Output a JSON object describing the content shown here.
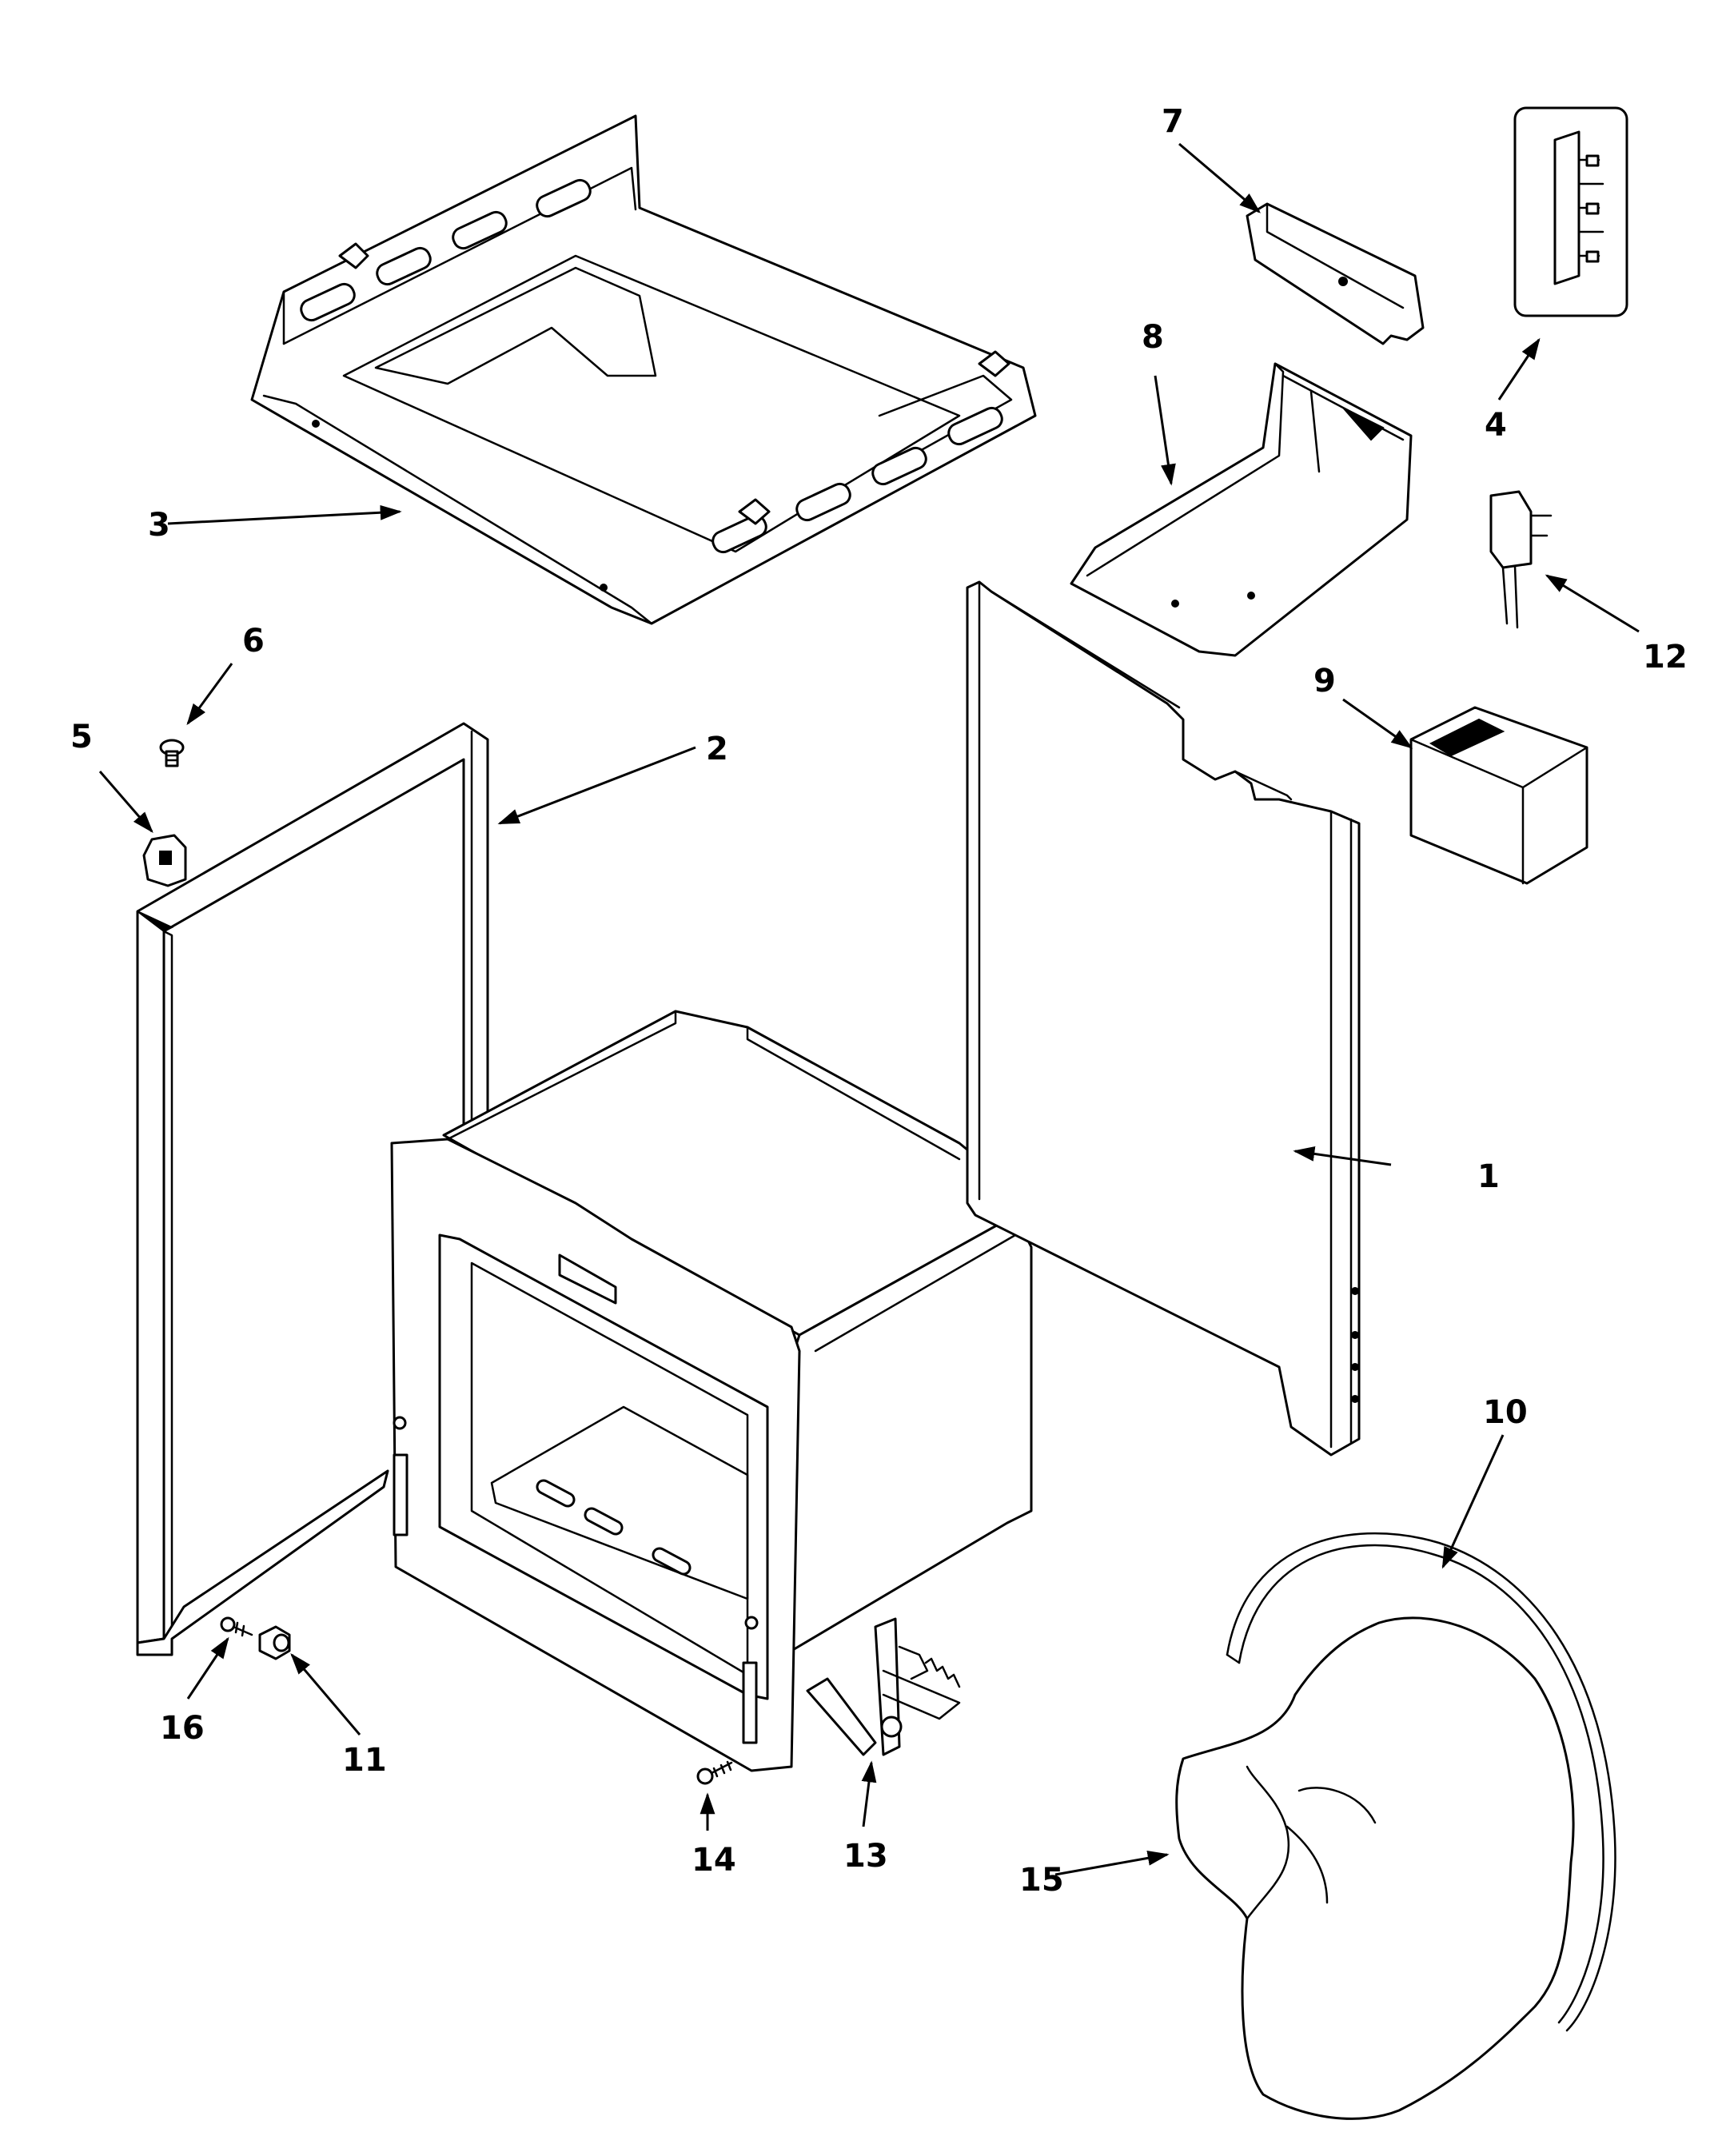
{
  "diagram": {
    "callouts": [
      {
        "id": "c1",
        "label": "1"
      },
      {
        "id": "c2",
        "label": "2"
      },
      {
        "id": "c3",
        "label": "3"
      },
      {
        "id": "c4",
        "label": "4"
      },
      {
        "id": "c5",
        "label": "5"
      },
      {
        "id": "c6",
        "label": "6"
      },
      {
        "id": "c7",
        "label": "7"
      },
      {
        "id": "c8",
        "label": "8"
      },
      {
        "id": "c9",
        "label": "9"
      },
      {
        "id": "c10",
        "label": "10"
      },
      {
        "id": "c11",
        "label": "11"
      },
      {
        "id": "c12",
        "label": "12"
      },
      {
        "id": "c13",
        "label": "13"
      },
      {
        "id": "c14",
        "label": "14"
      },
      {
        "id": "c15",
        "label": "15"
      },
      {
        "id": "c16",
        "label": "16"
      }
    ],
    "colors": {
      "line": "#000000",
      "background": "#ffffff"
    }
  }
}
